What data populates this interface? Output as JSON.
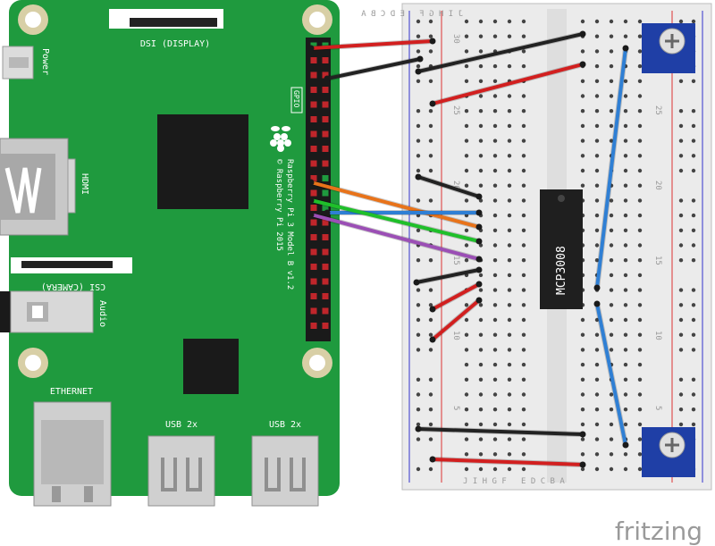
{
  "board": {
    "name_line1": "Raspberry Pi 3 Model B v1.2",
    "name_line2": "© Raspberry Pi 2015",
    "dsi_label": "DSI (DISPLAY)",
    "csi_label": "CSI (CAMERA)",
    "power_label": "Power",
    "hdmi_label": "HDMI",
    "audio_label": "Audio",
    "gpio_label": "GPIO",
    "ethernet_label": "ETHERNET",
    "usb_left_label": "USB 2x",
    "usb_right_label": "USB 2x",
    "color": "#1f9a3e"
  },
  "breadboard": {
    "col_letters_top": "J I H G F   E D C B A",
    "col_letters_bottom": "J I H G F   E D C B A",
    "row_numbers": [
      "30",
      "25",
      "20",
      "15",
      "10",
      "5"
    ],
    "rail_red": "#d33",
    "rail_blue": "#33c"
  },
  "chip": {
    "label": "MCP3008"
  },
  "wires": {
    "red": "#d21f1f",
    "black": "#222222",
    "orange": "#e8731a",
    "blue": "#2f7fd4",
    "green": "#1fbf2a",
    "purple": "#9b4fb5"
  },
  "logo": {
    "text": "fritzing"
  }
}
